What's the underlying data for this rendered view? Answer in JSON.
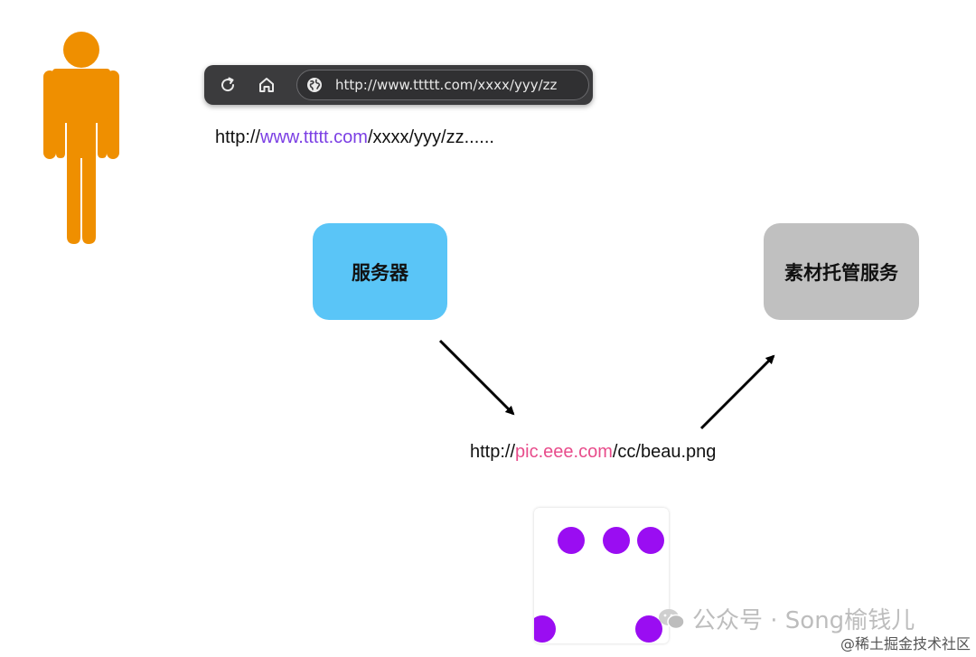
{
  "browser": {
    "address": "http://www.ttttt.com/xxxx/yyy/zz"
  },
  "page_url": {
    "scheme": "http://",
    "domain": "www.ttttt.com",
    "path": "/xxxx/yyy/zz......"
  },
  "nodes": {
    "server": "服务器",
    "asset_hosting": "素材托管服务"
  },
  "image_url": {
    "scheme": "http://",
    "domain": "pic.eee.com",
    "path": "/cc/beau.png"
  },
  "watermark": {
    "text": "公众号 · Song榆钱儿"
  },
  "footer": {
    "text": "@稀土掘金技术社区"
  },
  "colors": {
    "person": "#ef8f00",
    "server_box": "#5ac5f7",
    "asset_box": "#c0c0c0",
    "page_domain": "#7b3fe4",
    "image_domain": "#e84c8b",
    "dots": "#9a0df2"
  }
}
